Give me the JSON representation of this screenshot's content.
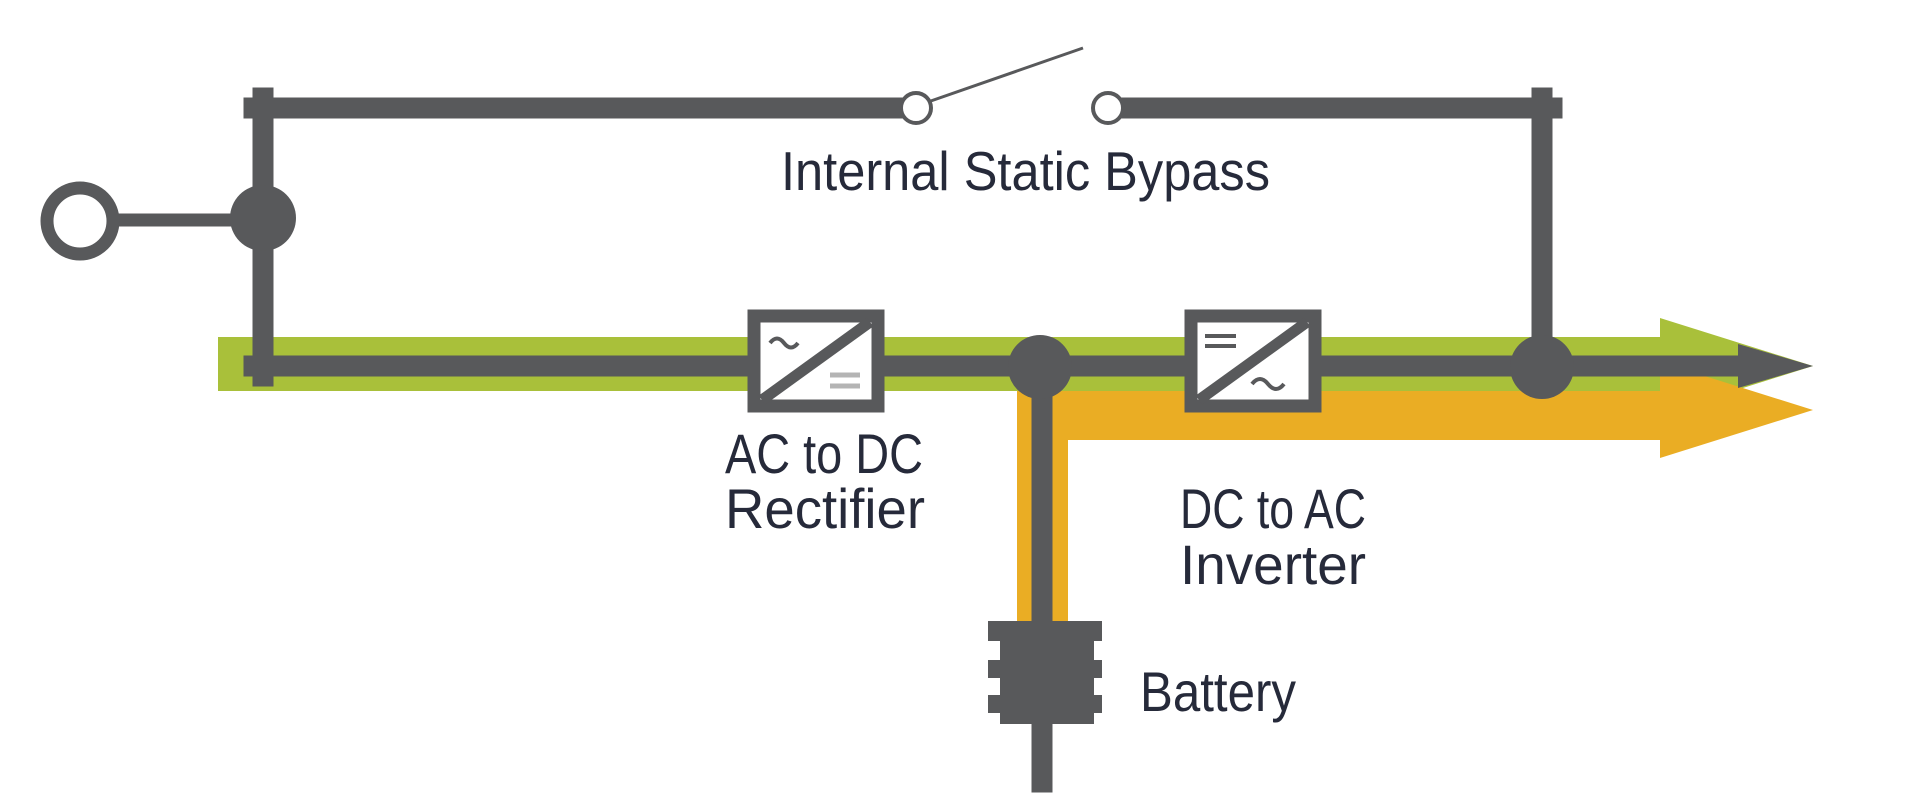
{
  "title": "Online Double-Conversion UPS Diagram",
  "labels": {
    "bypass": "Internal Static Bypass",
    "rectifier_line1": "AC to DC",
    "rectifier_line2": "Rectifier",
    "inverter_line1": "DC to AC",
    "inverter_line2": "Inverter",
    "battery": "Battery"
  },
  "icons": {
    "input_terminal": "open-circle-terminal",
    "bypass_switch": "open-switch",
    "rectifier": "ac-to-dc-converter-box",
    "inverter": "dc-to-ac-converter-box",
    "battery": "battery-cell",
    "output_arrows": "power-flow-arrows"
  },
  "colors": {
    "wire": "#58595b",
    "utility_flow": "#a9c03a",
    "battery_flow": "#eaad24",
    "text": "#262a3a",
    "background": "#ffffff"
  },
  "flows": [
    {
      "name": "utility-power-path",
      "color_key": "utility_flow"
    },
    {
      "name": "battery-power-path",
      "color_key": "battery_flow"
    }
  ]
}
